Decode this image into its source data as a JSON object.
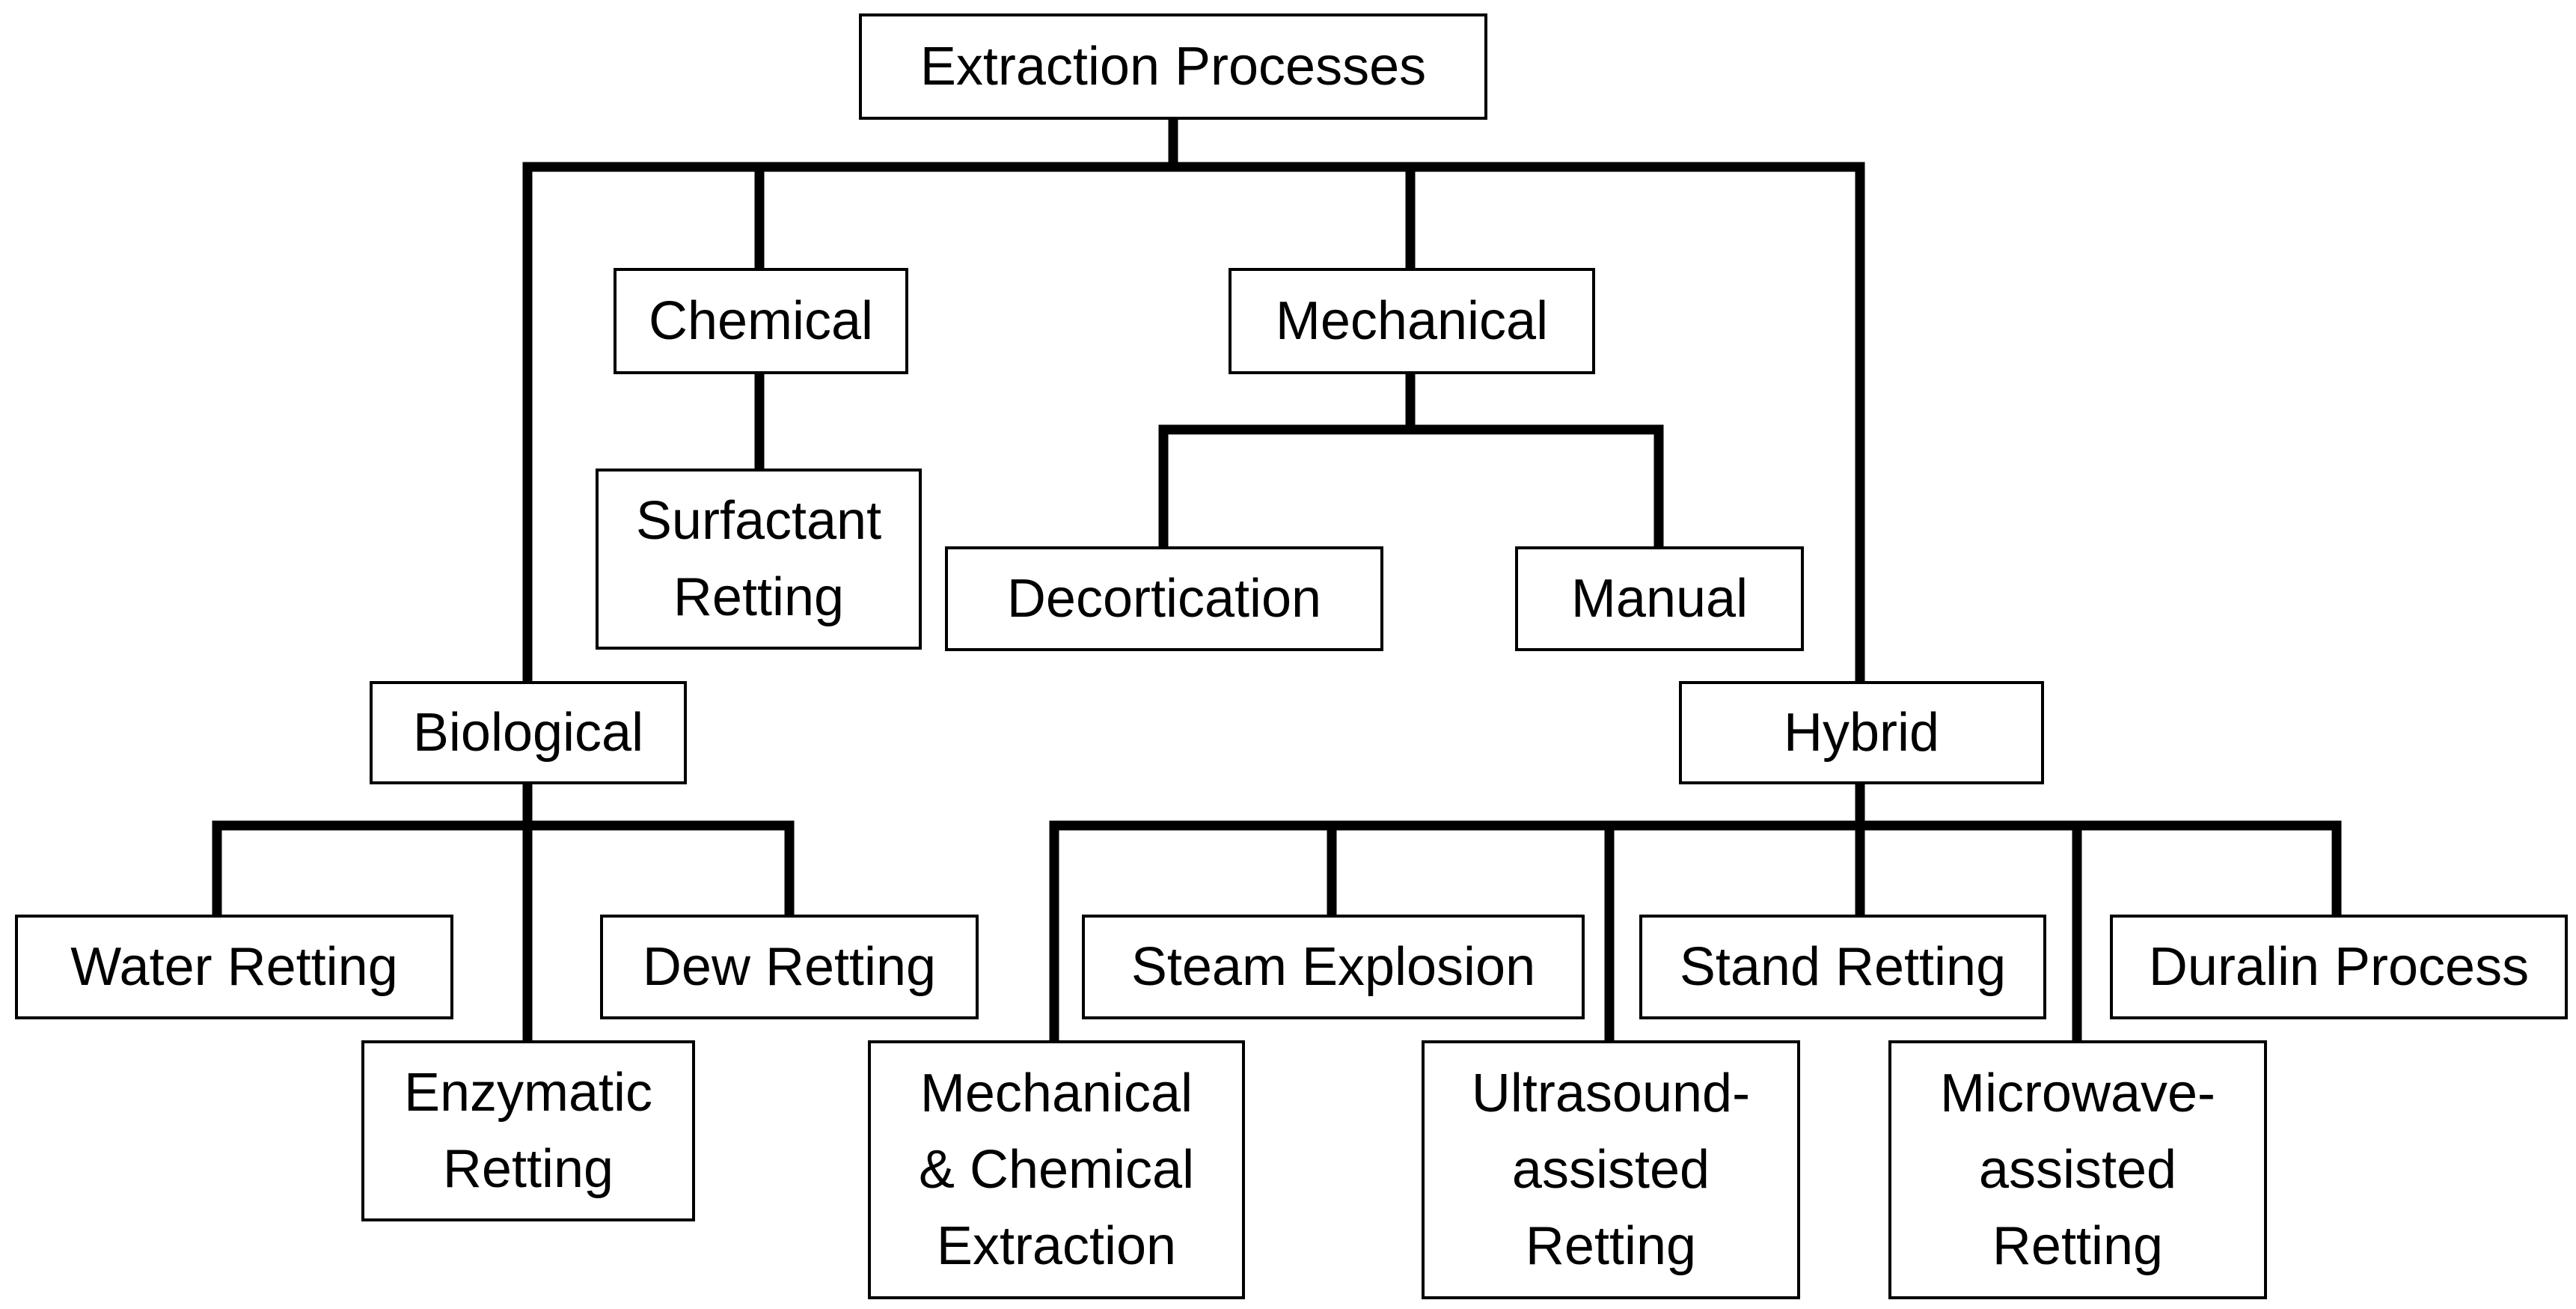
{
  "nodes": {
    "root": "Extraction Processes",
    "chemical": "Chemical",
    "mechanical": "Mechanical",
    "surfactant": "Surfactant\nRetting",
    "decortication": "Decortication",
    "manual": "Manual",
    "biological": "Biological",
    "hybrid": "Hybrid",
    "water": "Water Retting",
    "dew": "Dew Retting",
    "enzymatic": "Enzymatic\nRetting",
    "steam": "Steam Explosion",
    "stand": "Stand Retting",
    "duralin": "Duralin Process",
    "mech_chem": "Mechanical\n& Chemical\nExtraction",
    "ultrasound": "Ultrasound-\nassisted\nRetting",
    "microwave": "Microwave-\nassisted\nRetting"
  },
  "edges": [
    [
      "root",
      "biological"
    ],
    [
      "root",
      "chemical"
    ],
    [
      "root",
      "mechanical"
    ],
    [
      "root",
      "hybrid"
    ],
    [
      "chemical",
      "surfactant"
    ],
    [
      "mechanical",
      "decortication"
    ],
    [
      "mechanical",
      "manual"
    ],
    [
      "biological",
      "water"
    ],
    [
      "biological",
      "enzymatic"
    ],
    [
      "biological",
      "dew"
    ],
    [
      "hybrid",
      "mech_chem"
    ],
    [
      "hybrid",
      "steam"
    ],
    [
      "hybrid",
      "ultrasound"
    ],
    [
      "hybrid",
      "stand"
    ],
    [
      "hybrid",
      "microwave"
    ],
    [
      "hybrid",
      "duralin"
    ]
  ]
}
